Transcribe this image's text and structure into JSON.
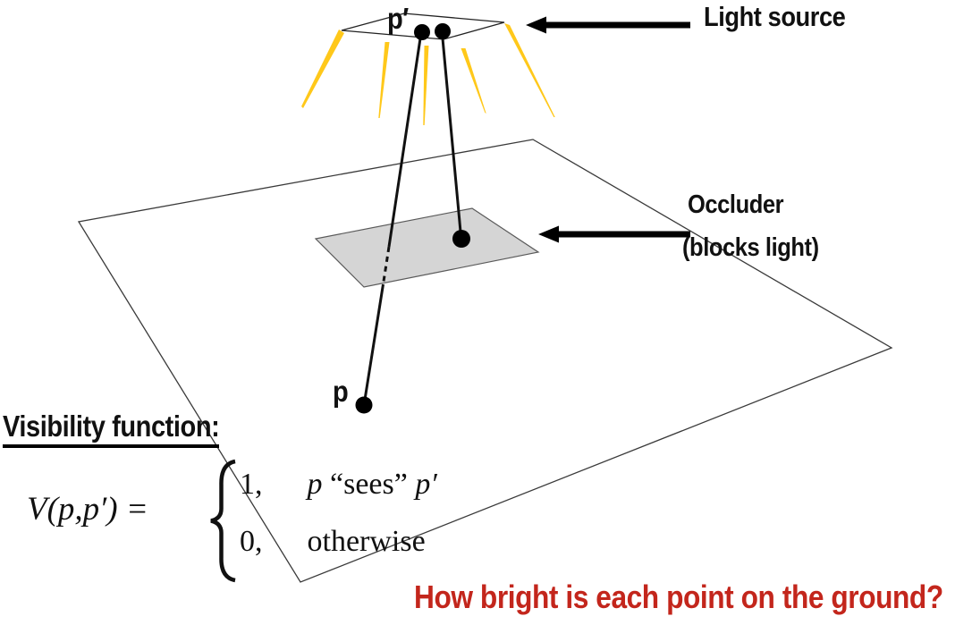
{
  "labels": {
    "p_prime": "p′",
    "p": "p",
    "light_source": "Light source",
    "occluder": "Occluder",
    "occluder_sub": "(blocks light)"
  },
  "visibility": {
    "heading": "Visibility function:",
    "formula": {
      "lhs": "V(p,p′) =",
      "cases": [
        {
          "value": "1,",
          "cond_p": "p",
          "cond_text": "“sees”",
          "cond_p_prime": "p′"
        },
        {
          "value": "0,",
          "cond_text": "otherwise"
        }
      ]
    }
  },
  "question": "How bright is each point on the ground?",
  "colors": {
    "ink": "#111111",
    "ray_yellow": "#FFC81A",
    "occluder_fill": "#D5D5D5",
    "question_red": "#C3261C"
  }
}
